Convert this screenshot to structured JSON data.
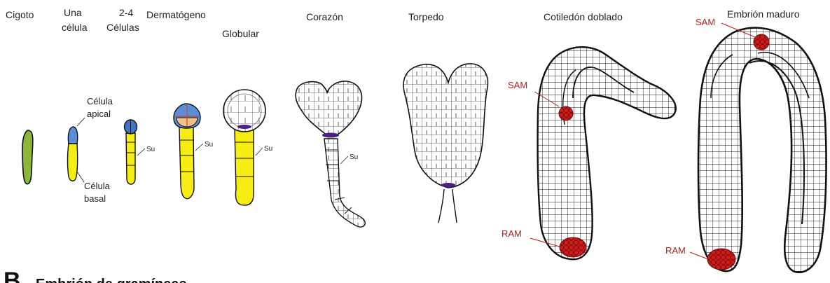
{
  "stages": {
    "cigoto": "Cigoto",
    "una_celula": [
      "Una",
      "célula"
    ],
    "dos_cuatro": [
      "2-4",
      "Células"
    ],
    "dermatogeno": "Dermatógeno",
    "globular": "Globular",
    "corazon": "Corazón",
    "torpedo": "Torpedo",
    "cotiledon": "Cotiledón  doblado",
    "maduro": "Embrión maduro"
  },
  "annotations": {
    "celula_apical": [
      "Célula",
      "apical"
    ],
    "celula_basal": [
      "Célula",
      "basal"
    ],
    "su": "Su",
    "sam": "SAM",
    "ram": "RAM"
  },
  "section_b": {
    "letter": "B",
    "title": "Embrión  de gramíneas"
  },
  "colors": {
    "zygote_green": "#8ab83a",
    "suspensor_yellow": "#f6ee12",
    "apical_blue": "#5b8ed6",
    "hypophysis_purple": "#4b1f8a",
    "meristem_red": "#d21b1b",
    "label_red": "#b81d1d",
    "outline": "#111111"
  }
}
